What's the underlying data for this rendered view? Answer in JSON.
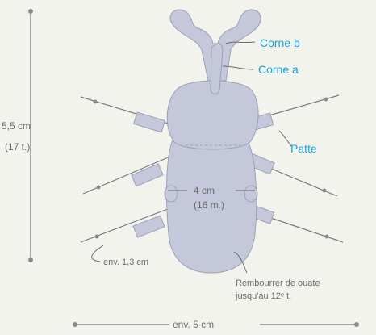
{
  "labels": {
    "horn_b": "Corne b",
    "horn_a": "Corne a",
    "leg": "Patte",
    "height_cm": "5,5 cm",
    "height_rows": "(17 t.)",
    "width_cm": "4 cm",
    "width_stitches": "(16 m.)",
    "leg_length": "env. 1,3 cm",
    "stuffing_line1": "Rembourrer de ouate",
    "stuffing_line2": "jusqu'au 12ᵉ t.",
    "total_width": "env. 5 cm"
  },
  "colors": {
    "body": "#c4c8da",
    "label_accent": "#1aa3d9",
    "text": "#6a6a6a"
  }
}
